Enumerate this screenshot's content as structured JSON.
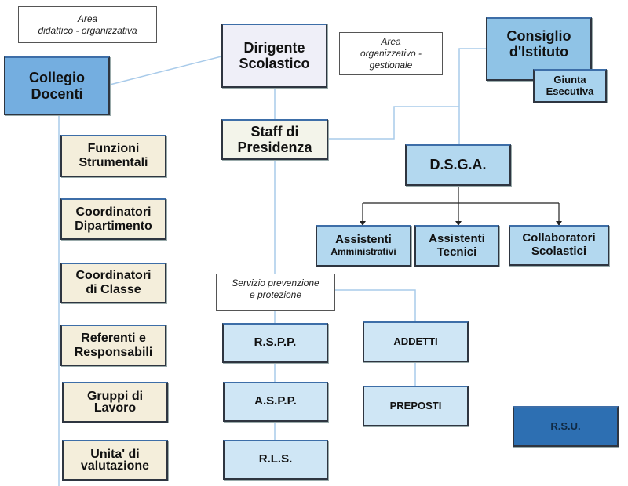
{
  "colors": {
    "collegio": "#74aee0",
    "consiglio": "#8fc3e6",
    "dirigente": "#efeff8",
    "staff": "#f3f4ea",
    "beige": "#f4eedb",
    "light_blue": "#cfe6f5",
    "rsu": "#2d6fb2",
    "connector": "#a9cbea"
  },
  "notes": {
    "area_didattico": [
      "Area",
      "didattico - organizzativa"
    ],
    "area_organizzativo": [
      "Area",
      "organizzativo -",
      "gestionale"
    ],
    "servizio": [
      "Servizio prevenzione",
      "e protezione"
    ]
  },
  "nodes": {
    "collegio": [
      "Collegio",
      "Docenti"
    ],
    "dirigente": [
      "Dirigente",
      "Scolastico"
    ],
    "consiglio": [
      "Consiglio",
      "d'Istituto"
    ],
    "giunta": [
      "Giunta",
      "Esecutiva"
    ],
    "staff": [
      "Staff di",
      "Presidenza"
    ],
    "dsga": "D.S.G.A.",
    "assistenti_amm": [
      "Assistenti",
      "Amministrativi"
    ],
    "assistenti_tec": [
      "Assistenti",
      "Tecnici"
    ],
    "collaboratori": [
      "Collaboratori",
      "Scolastici"
    ],
    "rspp": "R.S.P.P.",
    "aspp": "A.S.P.P.",
    "rls": "R.L.S.",
    "addetti": "ADDETTI",
    "preposti": "PREPOSTI",
    "rsu": "R.S.U."
  },
  "left_column": [
    [
      "Funzioni",
      "Strumentali"
    ],
    [
      "Coordinatori",
      "Dipartimento"
    ],
    [
      "Coordinatori",
      "di Classe"
    ],
    [
      "Referenti e",
      "Responsabili"
    ],
    [
      "Gruppi di",
      "Lavoro"
    ],
    [
      "Unita' di",
      "valutazione"
    ]
  ]
}
